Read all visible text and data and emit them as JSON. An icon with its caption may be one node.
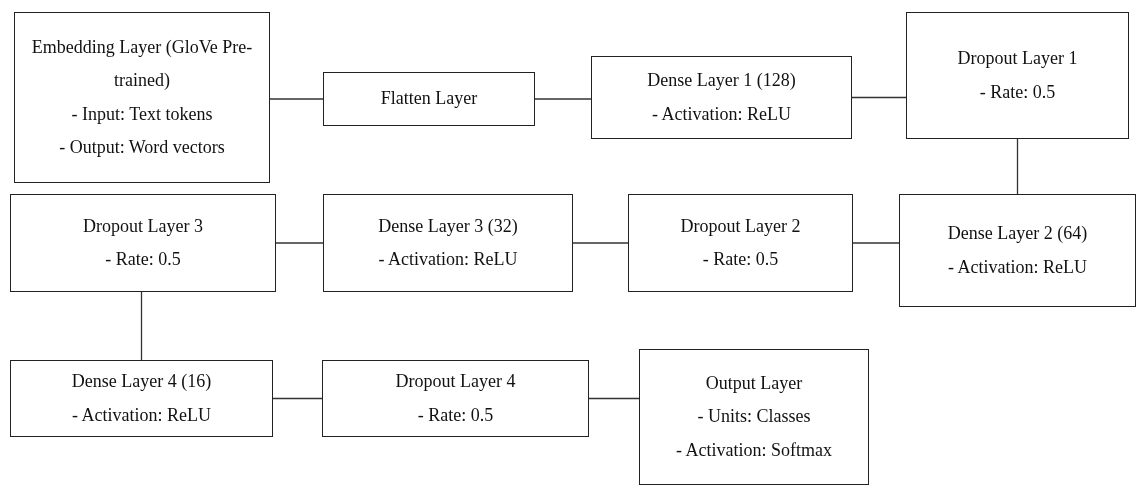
{
  "diagram": {
    "nodes": [
      {
        "text": [
          "Embedding Layer (GloVe Pre-trained)",
          "- Input: Text tokens",
          "- Output: Word vectors"
        ]
      },
      {
        "text": [
          "Flatten Layer"
        ]
      },
      {
        "text": [
          "Dense Layer 1 (128)",
          "- Activation: ReLU"
        ]
      },
      {
        "text": [
          "Dropout Layer 1",
          "- Rate: 0.5"
        ]
      },
      {
        "text": [
          "Dropout Layer 3",
          "- Rate: 0.5"
        ]
      },
      {
        "text": [
          "Dense Layer 3 (32)",
          "- Activation: ReLU"
        ]
      },
      {
        "text": [
          "Dropout Layer 2",
          "- Rate: 0.5"
        ]
      },
      {
        "text": [
          "Dense Layer 2 (64)",
          "- Activation: ReLU"
        ]
      },
      {
        "text": [
          "Dense Layer 4 (16)",
          "- Activation: ReLU"
        ]
      },
      {
        "text": [
          "Dropout Layer 4",
          "- Rate: 0.5"
        ]
      },
      {
        "text": [
          "Output Layer",
          "- Units: Classes",
          "- Activation: Softmax"
        ]
      }
    ],
    "edges": [
      {
        "from": 0,
        "to": 1,
        "arrow": "none"
      },
      {
        "from": 1,
        "to": 2,
        "arrow": "none"
      },
      {
        "from": 2,
        "to": 3,
        "arrow": "none"
      },
      {
        "from": 3,
        "to": 7,
        "arrow": "none"
      },
      {
        "from": 7,
        "to": 6,
        "arrow": "none"
      },
      {
        "from": 6,
        "to": 5,
        "arrow": "none"
      },
      {
        "from": 5,
        "to": 4,
        "arrow": "none"
      },
      {
        "from": 4,
        "to": 8,
        "arrow": "none"
      },
      {
        "from": 8,
        "to": 9,
        "arrow": "none"
      },
      {
        "from": 9,
        "to": 10,
        "arrow": "none"
      }
    ]
  }
}
